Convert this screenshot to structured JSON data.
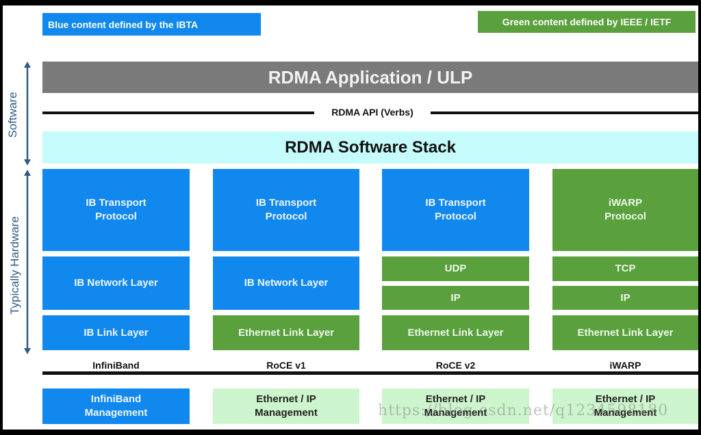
{
  "legend": {
    "blue_label": "Blue content defined by the IBTA",
    "green_label": "Green content defined by IEEE / IETF",
    "blue_color": "#1188ee",
    "green_color": "#5aa03c"
  },
  "side_labels": {
    "software": "Software",
    "hardware": "Typically Hardware"
  },
  "layers": {
    "application": "RDMA Application / ULP",
    "api": "RDMA API (Verbs)",
    "software_stack": "RDMA Software Stack"
  },
  "columns": [
    {
      "name": "InfiniBand",
      "transport": "IB Transport\nProtocol",
      "network": "IB Network Layer",
      "link": "IB Link Layer",
      "management": "InfiniBand\nManagement"
    },
    {
      "name": "RoCE v1",
      "transport": "IB Transport\nProtocol",
      "network": "IB Network Layer",
      "link": "Ethernet Link Layer",
      "management": "Ethernet / IP\nManagement"
    },
    {
      "name": "RoCE v2",
      "transport": "IB Transport\nProtocol",
      "upper_network": "UDP",
      "lower_network": "IP",
      "link": "Ethernet Link Layer",
      "management": "Ethernet / IP\nManagement"
    },
    {
      "name": "iWARP",
      "transport": "iWARP\nProtocol",
      "upper_network": "TCP",
      "lower_network": "IP",
      "link": "Ethernet Link Layer",
      "management": "Ethernet / IP\nManagement"
    }
  ],
  "watermark": "https://blog.csdn.net/q1234598180"
}
